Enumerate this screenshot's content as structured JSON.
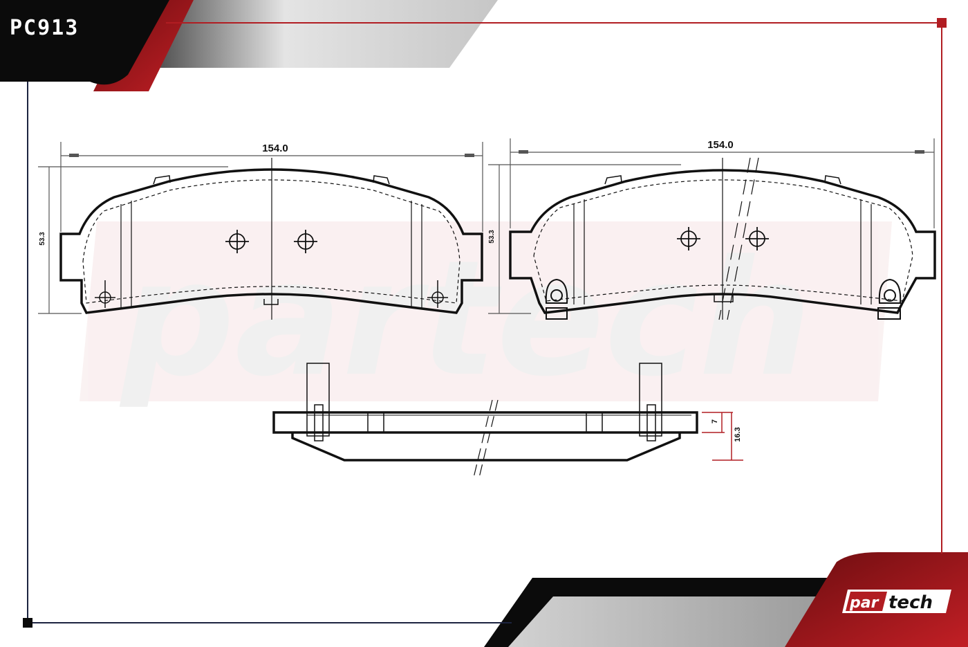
{
  "header": {
    "part_code": "PC913"
  },
  "brand": {
    "prefix": "par",
    "suffix": "tech",
    "watermark": "partech"
  },
  "dimensions": {
    "left_view_width": "154.0",
    "left_view_height": "53.3",
    "right_view_width": "154.0",
    "right_view_height": "53.3",
    "profile_backing_thickness": "7",
    "profile_total_thickness": "16.3"
  },
  "colors": {
    "accent_red": "#b11d22",
    "dark": "#0b0b0b",
    "navy_frame": "#1c2340",
    "gray_band": "#cfcfcf",
    "drawing_line": "#111111",
    "dimension_line": "#555555"
  }
}
